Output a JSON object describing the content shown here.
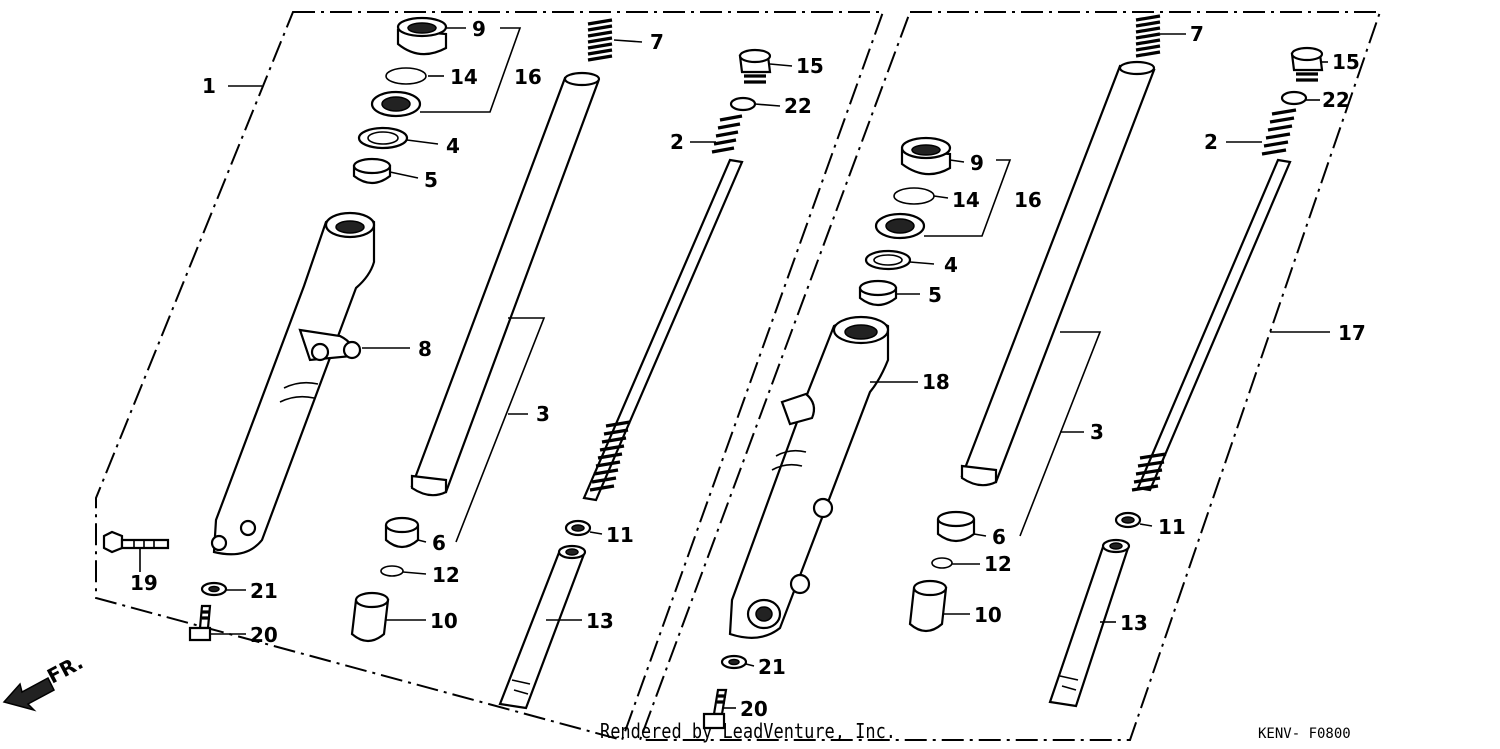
{
  "diagram": {
    "left_assembly": {
      "callouts": [
        "1",
        "9",
        "14",
        "16",
        "4",
        "5",
        "8",
        "7",
        "15",
        "22",
        "2",
        "3",
        "6",
        "11",
        "12",
        "10",
        "13",
        "19",
        "21",
        "20"
      ]
    },
    "right_assembly": {
      "callouts": [
        "7",
        "15",
        "22",
        "2",
        "9",
        "14",
        "16",
        "4",
        "5",
        "18",
        "3",
        "17",
        "6",
        "11",
        "12",
        "10",
        "13",
        "21",
        "20"
      ]
    },
    "direction_indicator": {
      "label": "FR."
    },
    "credit": "Rendered by LeadVenture, Inc.",
    "diagram_code": "KENV- F0800"
  }
}
